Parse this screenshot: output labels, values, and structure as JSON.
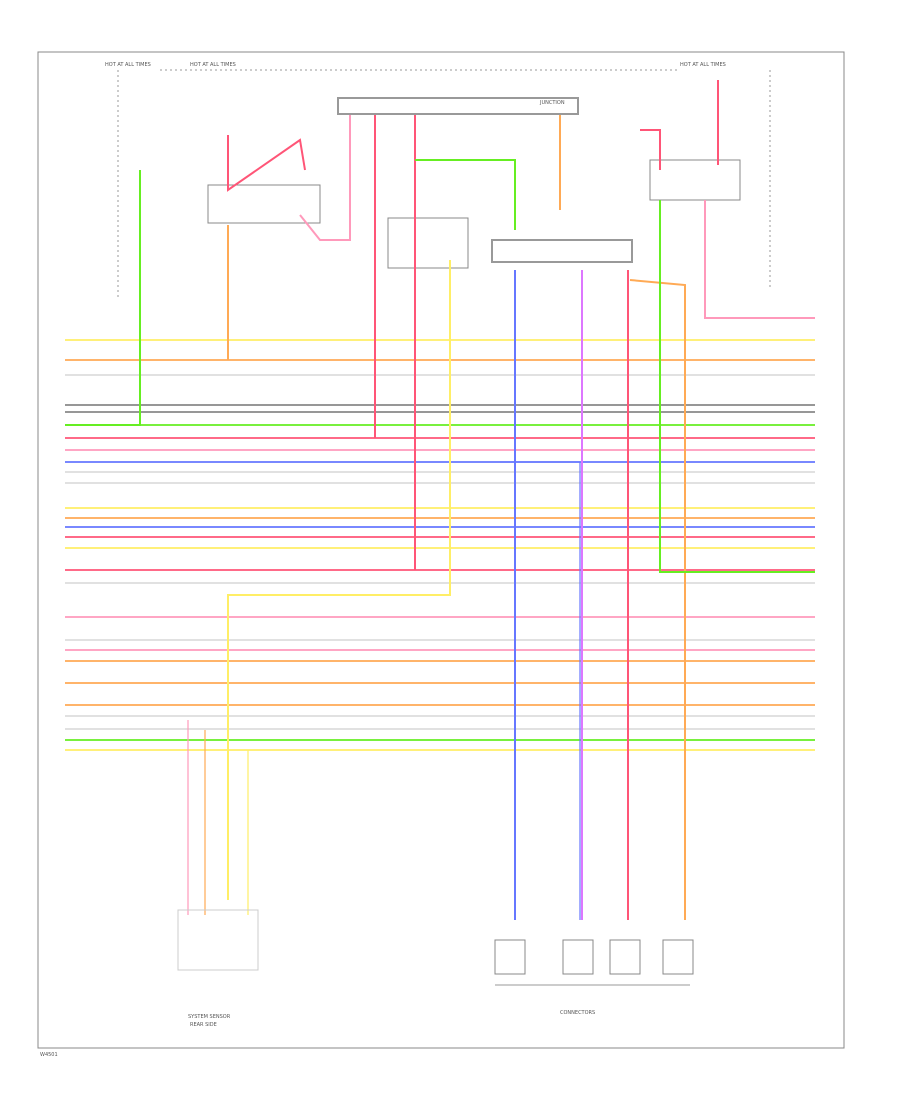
{
  "labels": {
    "top_left_a": "HOT AT ALL TIMES",
    "top_left_b": "HOT AT ALL TIMES",
    "top_right": "HOT AT ALL TIMES",
    "junction": "JUNCTION",
    "bottom_left": "SYSTEM SENSOR",
    "bottom_left_2": "REAR SIDE",
    "bottom_right": "CONNECTORS",
    "footer": "W4501"
  },
  "wire_colors": {
    "red": "#ff5577",
    "pink": "#ff99bb",
    "green": "#66ee22",
    "yellow": "#ffee66",
    "orange": "#ffaa55",
    "blue": "#6677ff",
    "gray": "#888888",
    "light": "#dddddd",
    "violet": "#dd77ff"
  }
}
